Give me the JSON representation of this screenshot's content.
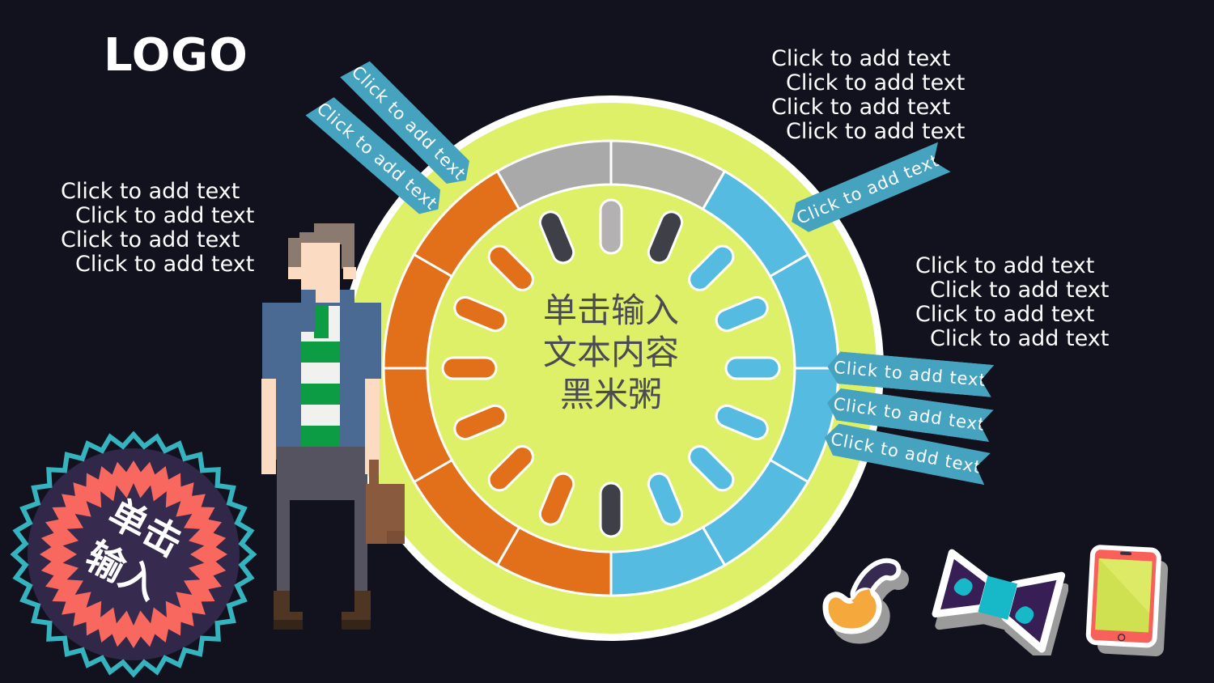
{
  "slide": {
    "logo": "LOGO",
    "background": "#12121f"
  },
  "text_blocks": {
    "left": [
      "Click to add text",
      "Click to add text",
      "Click to add text",
      "Click to add text"
    ],
    "top_right": [
      "Click to add text",
      "Click to add text",
      "Click to add text",
      "Click to add text"
    ],
    "mid_right": [
      "Click to add text",
      "Click to add text",
      "Click to add text",
      "Click to add text"
    ]
  },
  "ribbons": {
    "label": "Click to add text",
    "color": "#45a3c0"
  },
  "wheel": {
    "center_lines": [
      "单击输入",
      "文本内容",
      "黑米粥"
    ],
    "center_text_color": "#4b4b54",
    "segments": [
      "gray",
      "blue",
      "blue",
      "blue",
      "blue",
      "blue",
      "orange",
      "orange",
      "orange",
      "orange",
      "orange",
      "gray"
    ],
    "ticks": [
      "tick_gray",
      "dark",
      "blue",
      "blue",
      "blue",
      "blue",
      "blue",
      "blue",
      "dark",
      "orange",
      "orange",
      "orange",
      "orange",
      "orange",
      "orange",
      "dark"
    ],
    "palette": {
      "gray": "#a9a9a9",
      "blue": "#56bbe0",
      "orange": "#e2701a",
      "dark": "#3f3f47",
      "tick_gray": "#b3b1b1",
      "circle": "#def068",
      "rim": "#ffffff"
    }
  },
  "badge": {
    "lines": [
      "单击",
      "输入"
    ],
    "colors": {
      "teal": "#35b3bf",
      "ring_bg": "#312749",
      "red": "#f8685e",
      "purple": "#362a4e"
    }
  },
  "icons": {
    "pipe": "pipe-icon",
    "bowtie": "bowtie-icon",
    "tablet": "tablet-icon"
  }
}
